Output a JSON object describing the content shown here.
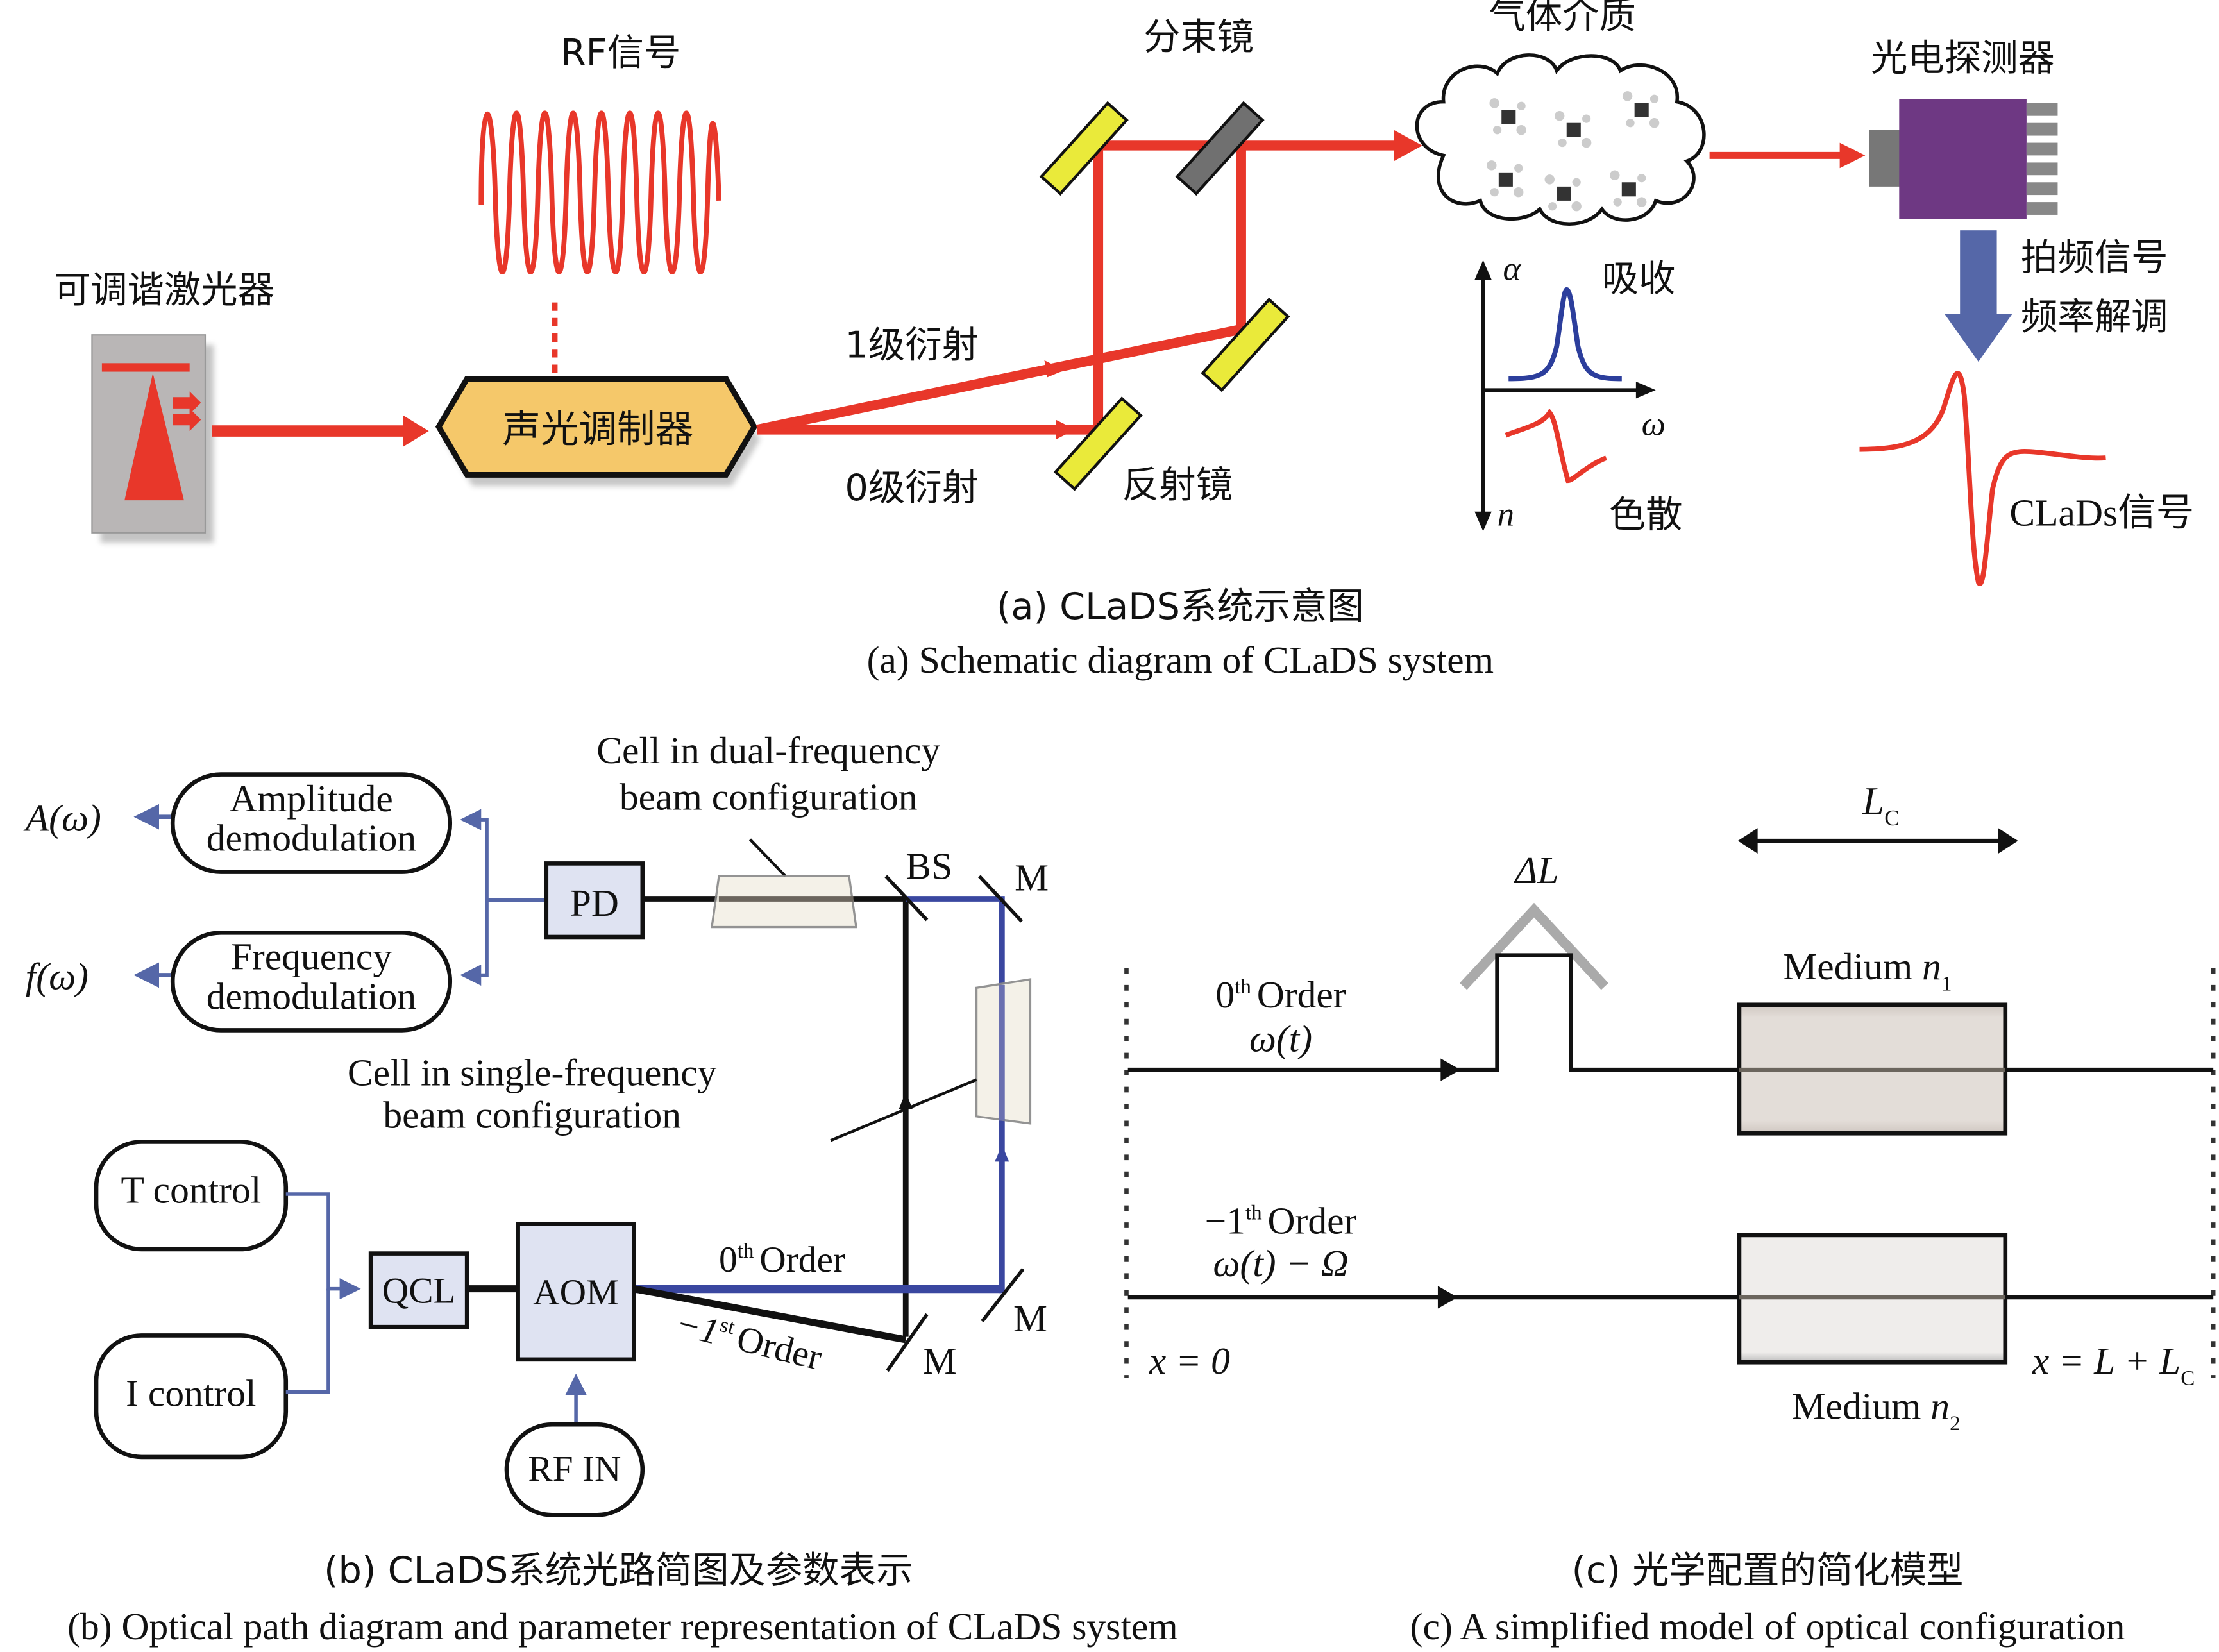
{
  "panel_a": {
    "caption_cn": "(a) CLaDS系统示意图",
    "caption_en": "(a) Schematic diagram of CLaDS system",
    "labels": {
      "rf_signal": "RF信号",
      "tunable_laser": "可调谐激光器",
      "aom": "声光调制器",
      "first_order": "1级衍射",
      "zeroth_order": "0级衍射",
      "beam_splitter": "分束镜",
      "mirror": "反射镜",
      "gas_medium": "气体介质",
      "photodetector": "光电探测器",
      "absorption": "吸收",
      "dispersion": "色散",
      "alpha": "α",
      "omega": "ω",
      "n": "n",
      "beat_signal": "拍频信号",
      "freq_demod": "频率解调",
      "clads_signal": "CLaDs信号"
    },
    "colors": {
      "beam": "#e8372a",
      "aom_fill": "#f5c86a",
      "mirror_fill": "#eaea3a",
      "splitter_fill": "#707070",
      "detector_fill": "#6e3883",
      "absorption_curve": "#2c3e9c",
      "arrow_blue": "#5567a8"
    }
  },
  "panel_b": {
    "caption_cn": "(b) CLaDS系统光路简图及参数表示",
    "caption_en": "(b) Optical path diagram and parameter representation of CLaDS system",
    "labels": {
      "a_omega_fn": "A(",
      "a_omega_var": "ω",
      "a_omega_close": ")",
      "f_omega_fn": "f",
      "f_omega_var": "(ω)",
      "amp_demod_line1": "Amplitude",
      "amp_demod_line2": "demodulation",
      "freq_demod_line1": "Frequency",
      "freq_demod_line2": "demodulation",
      "pd": "PD",
      "dual_cell_line1": "Cell in dual-frequency",
      "dual_cell_line2": "beam configuration",
      "single_cell_line1": "Cell in single-frequency",
      "single_cell_line2": "beam configuration",
      "bs": "BS",
      "m": "M",
      "t_control": "T control",
      "i_control": "I control",
      "qcl": "QCL",
      "aom": "AOM",
      "rf_in": "RF IN",
      "zeroth_order_num": "0",
      "zeroth_order_sup": "th",
      "order": "Order",
      "first_order_num": "−1",
      "first_order_sup": "st"
    },
    "colors": {
      "box_fill": "#dfe3f2",
      "control_line": "#5567a8",
      "zeroth_beam": "#3a47a0",
      "cell_fill": "#f3f0e6"
    }
  },
  "panel_c": {
    "caption_cn": "(c) 光学配置的简化模型",
    "caption_en": "(c) A simplified model of optical configuration",
    "labels": {
      "lc": "L",
      "lc_sub": "C",
      "delta_l": "ΔL",
      "zeroth_order_num": "0",
      "zeroth_order_sup": "th",
      "order": "Order",
      "omega_t": "ω(t)",
      "minus_first_num": "−1",
      "minus_first_sup": "th",
      "omega_t_minus": "ω(t) − Ω",
      "medium_n1": "Medium ",
      "n1_var": "n",
      "n1_sub": "1",
      "medium_n2": "Medium ",
      "n2_var": "n",
      "n2_sub": "2",
      "x_eq_0": "x = 0",
      "x_eq_l_prefix": "x = L + L",
      "x_eq_l_sub": "C"
    },
    "colors": {
      "medium1_fill": "#e3ddd8",
      "medium2_fill": "#efedeb",
      "delta_l_mirror": "#aaaaaa"
    }
  }
}
